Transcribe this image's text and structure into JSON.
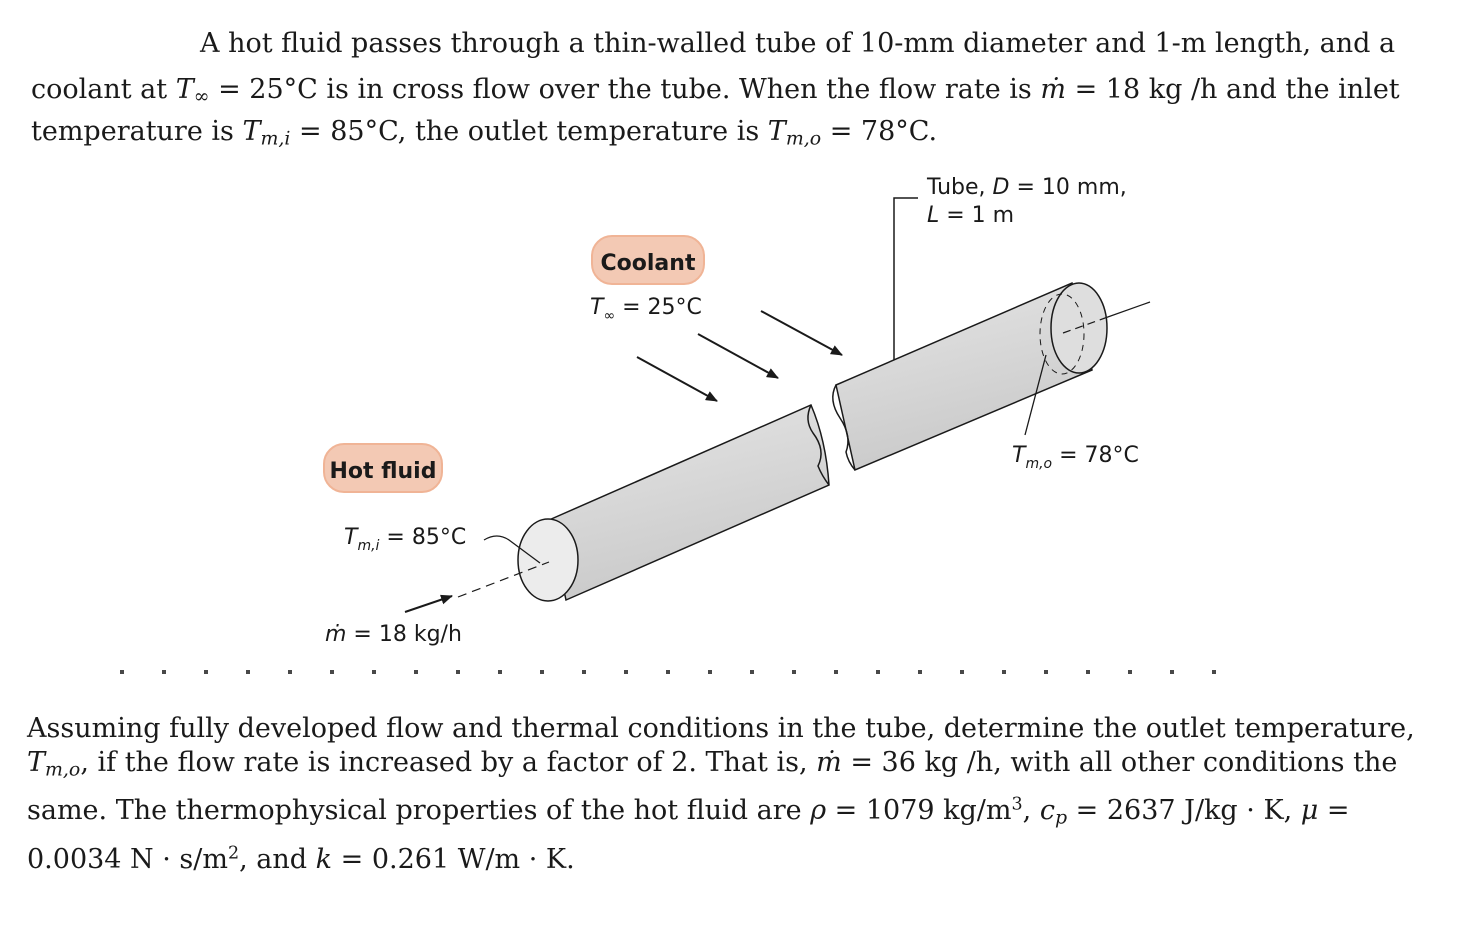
{
  "intro": {
    "line1": "A hot fluid passes through a thin-walled tube of 10-mm diameter and 1-m length, and a",
    "line2_a": "coolant at ",
    "line2_T": "T",
    "line2_Tsub": "∞",
    "line2_b": " = 25°C is in cross flow over the tube. When the flow rate is ",
    "line2_m": "ṁ",
    "line2_c": " = 18  kg /h and the inlet",
    "line3_a": "temperature is ",
    "line3_T1": "T",
    "line3_T1sub": "m,i",
    "line3_b": " = 85°C, the outlet temperature is ",
    "line3_T2": "T",
    "line3_T2sub": "m,o",
    "line3_c": " = 78°C."
  },
  "figure": {
    "tube_label_1": "Tube, ",
    "tube_label_D": "D",
    "tube_label_2": " = 10 mm,",
    "tube_label_L": "L",
    "tube_label_3": " = 1 m",
    "coolant_title": "Coolant",
    "coolant_T": "T",
    "coolant_Tsub": "∞",
    "coolant_val": " = 25°C",
    "hot_title": "Hot fluid",
    "tin_T": "T",
    "tin_sub": "m,i",
    "tin_val": " = 85°C",
    "mdot_m": "ṁ",
    "mdot_val": " = 18 kg/h",
    "tout_T": "T",
    "tout_sub": "m,o",
    "tout_val": " = 78°C"
  },
  "question": {
    "line1": "Assuming fully developed flow and thermal conditions in the tube, determine the outlet temperature,",
    "line2_T": "T",
    "line2_Tsub": "m,o",
    "line2_a": ", if the flow rate is increased by a factor of 2. That is, ",
    "line2_m": "ṁ",
    "line2_b": " = 36  kg /h, with all other conditions the",
    "line3_a": "same. The thermophysical properties of the hot fluid are ",
    "line3_rho": "ρ",
    "line3_b": " = 1079 kg/m",
    "line3_sup3": "3",
    "line3_c": ", ",
    "line3_cp": "c",
    "line3_cpsub": "p",
    "line3_d": " = 2637 J/kg · K, ",
    "line3_mu": "μ",
    "line3_e": " =",
    "line4_a": "0.0034 N · s/m",
    "line4_sup2": "2",
    "line4_b": ", and ",
    "line4_k": "k",
    "line4_c": " = 0.261 W/m · K."
  },
  "colors": {
    "text": "#1a1a1a",
    "tube_fill": "#d9d9d9",
    "tube_end": "#ebebeb",
    "badge_fill": "#f3c9b4",
    "badge_edge": "#f0b496"
  }
}
